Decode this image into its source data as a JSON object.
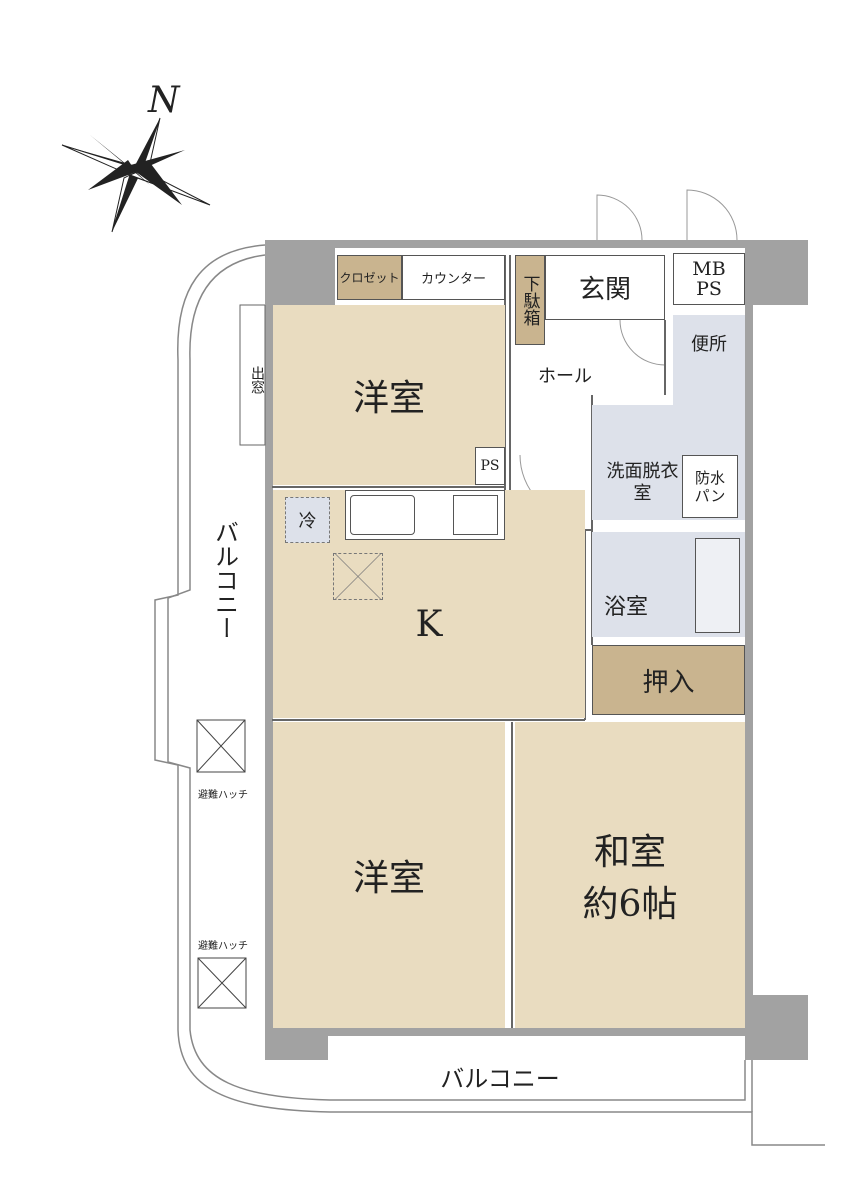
{
  "compass": {
    "label": "N"
  },
  "rooms": {
    "western_room_top": "洋室",
    "closet": "クロゼット",
    "counter": "カウンター",
    "shoe_box": "下駄箱",
    "entrance": "玄関",
    "mbps": "MB PS",
    "toilet": "便所",
    "hall": "ホール",
    "ps": "PS",
    "washroom": "洗面脱衣室",
    "waterproof_pan": "防水パン",
    "fridge": "冷",
    "kitchen": "K",
    "bathroom": "浴室",
    "oshiire": "押入",
    "western_room_bottom": "洋室",
    "japanese_room": "和室",
    "japanese_room_size": "約6帖",
    "bay_window": "出窓"
  },
  "balcony": {
    "west": "バルコニー",
    "south": "バルコニー"
  },
  "hatch": {
    "label_1": "避難ハッチ",
    "label_2": "避難ハッチ"
  },
  "colors": {
    "tan": "#e9dcc0",
    "closet": "#c9b48f",
    "wet": "#dde1ea",
    "wall": "#a2a2a2"
  }
}
